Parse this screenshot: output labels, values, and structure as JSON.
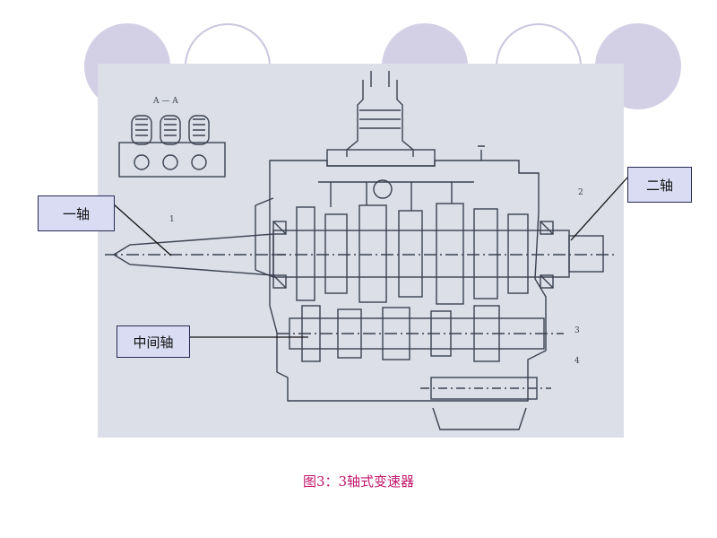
{
  "figure": {
    "inset_label": "A — A",
    "part_numbers": [
      "1",
      "2",
      "3",
      "4"
    ],
    "caption": "图3：3轴式变速器"
  },
  "callouts": {
    "shaft1": "一轴",
    "shaft2": "二轴",
    "countershaft": "中间轴"
  },
  "colors": {
    "deco_circle": "#d3d0e6",
    "photo_background": "#dcdfe8",
    "line_art": "#3b4050",
    "callout_fill": "#d9dcf2",
    "caption_text": "#c0156b"
  }
}
